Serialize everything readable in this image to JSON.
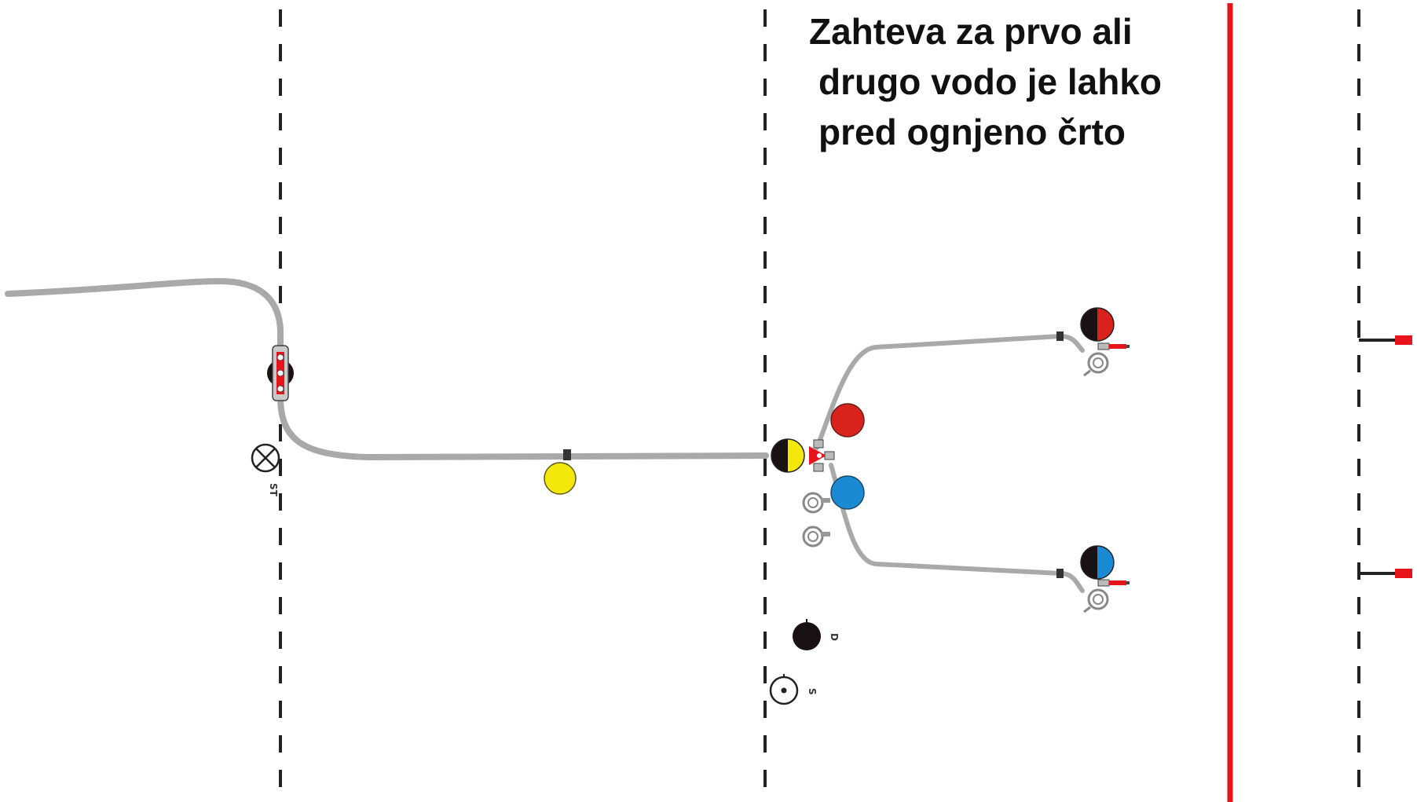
{
  "caption": {
    "line1": "Zahteva za prvo ali",
    "line2": "drugo vodo je lahko",
    "line3": "pred ognjeno črto"
  },
  "labels": {
    "start_marker": "ST",
    "distributor_marker": "D",
    "referee_marker": "S"
  },
  "colors": {
    "hose": "#a9a9a9",
    "fire_line": "#e8141b",
    "guide_line": "#222222",
    "first_water": "#d8231c",
    "second_water": "#1a8ad4",
    "machinist": "#f4e80a",
    "crew_dark": "#1a1212",
    "nozzle_tip": "#e8141b"
  },
  "legend_icons": [
    "crossed-circle-icon",
    "red-circle-icon",
    "blue-circle-icon",
    "yellow-circle-icon",
    "black-yellow-circle-icon",
    "black-red-circle-icon",
    "black-blue-circle-icon",
    "coiled-hose-icon",
    "target-stand-icon"
  ]
}
